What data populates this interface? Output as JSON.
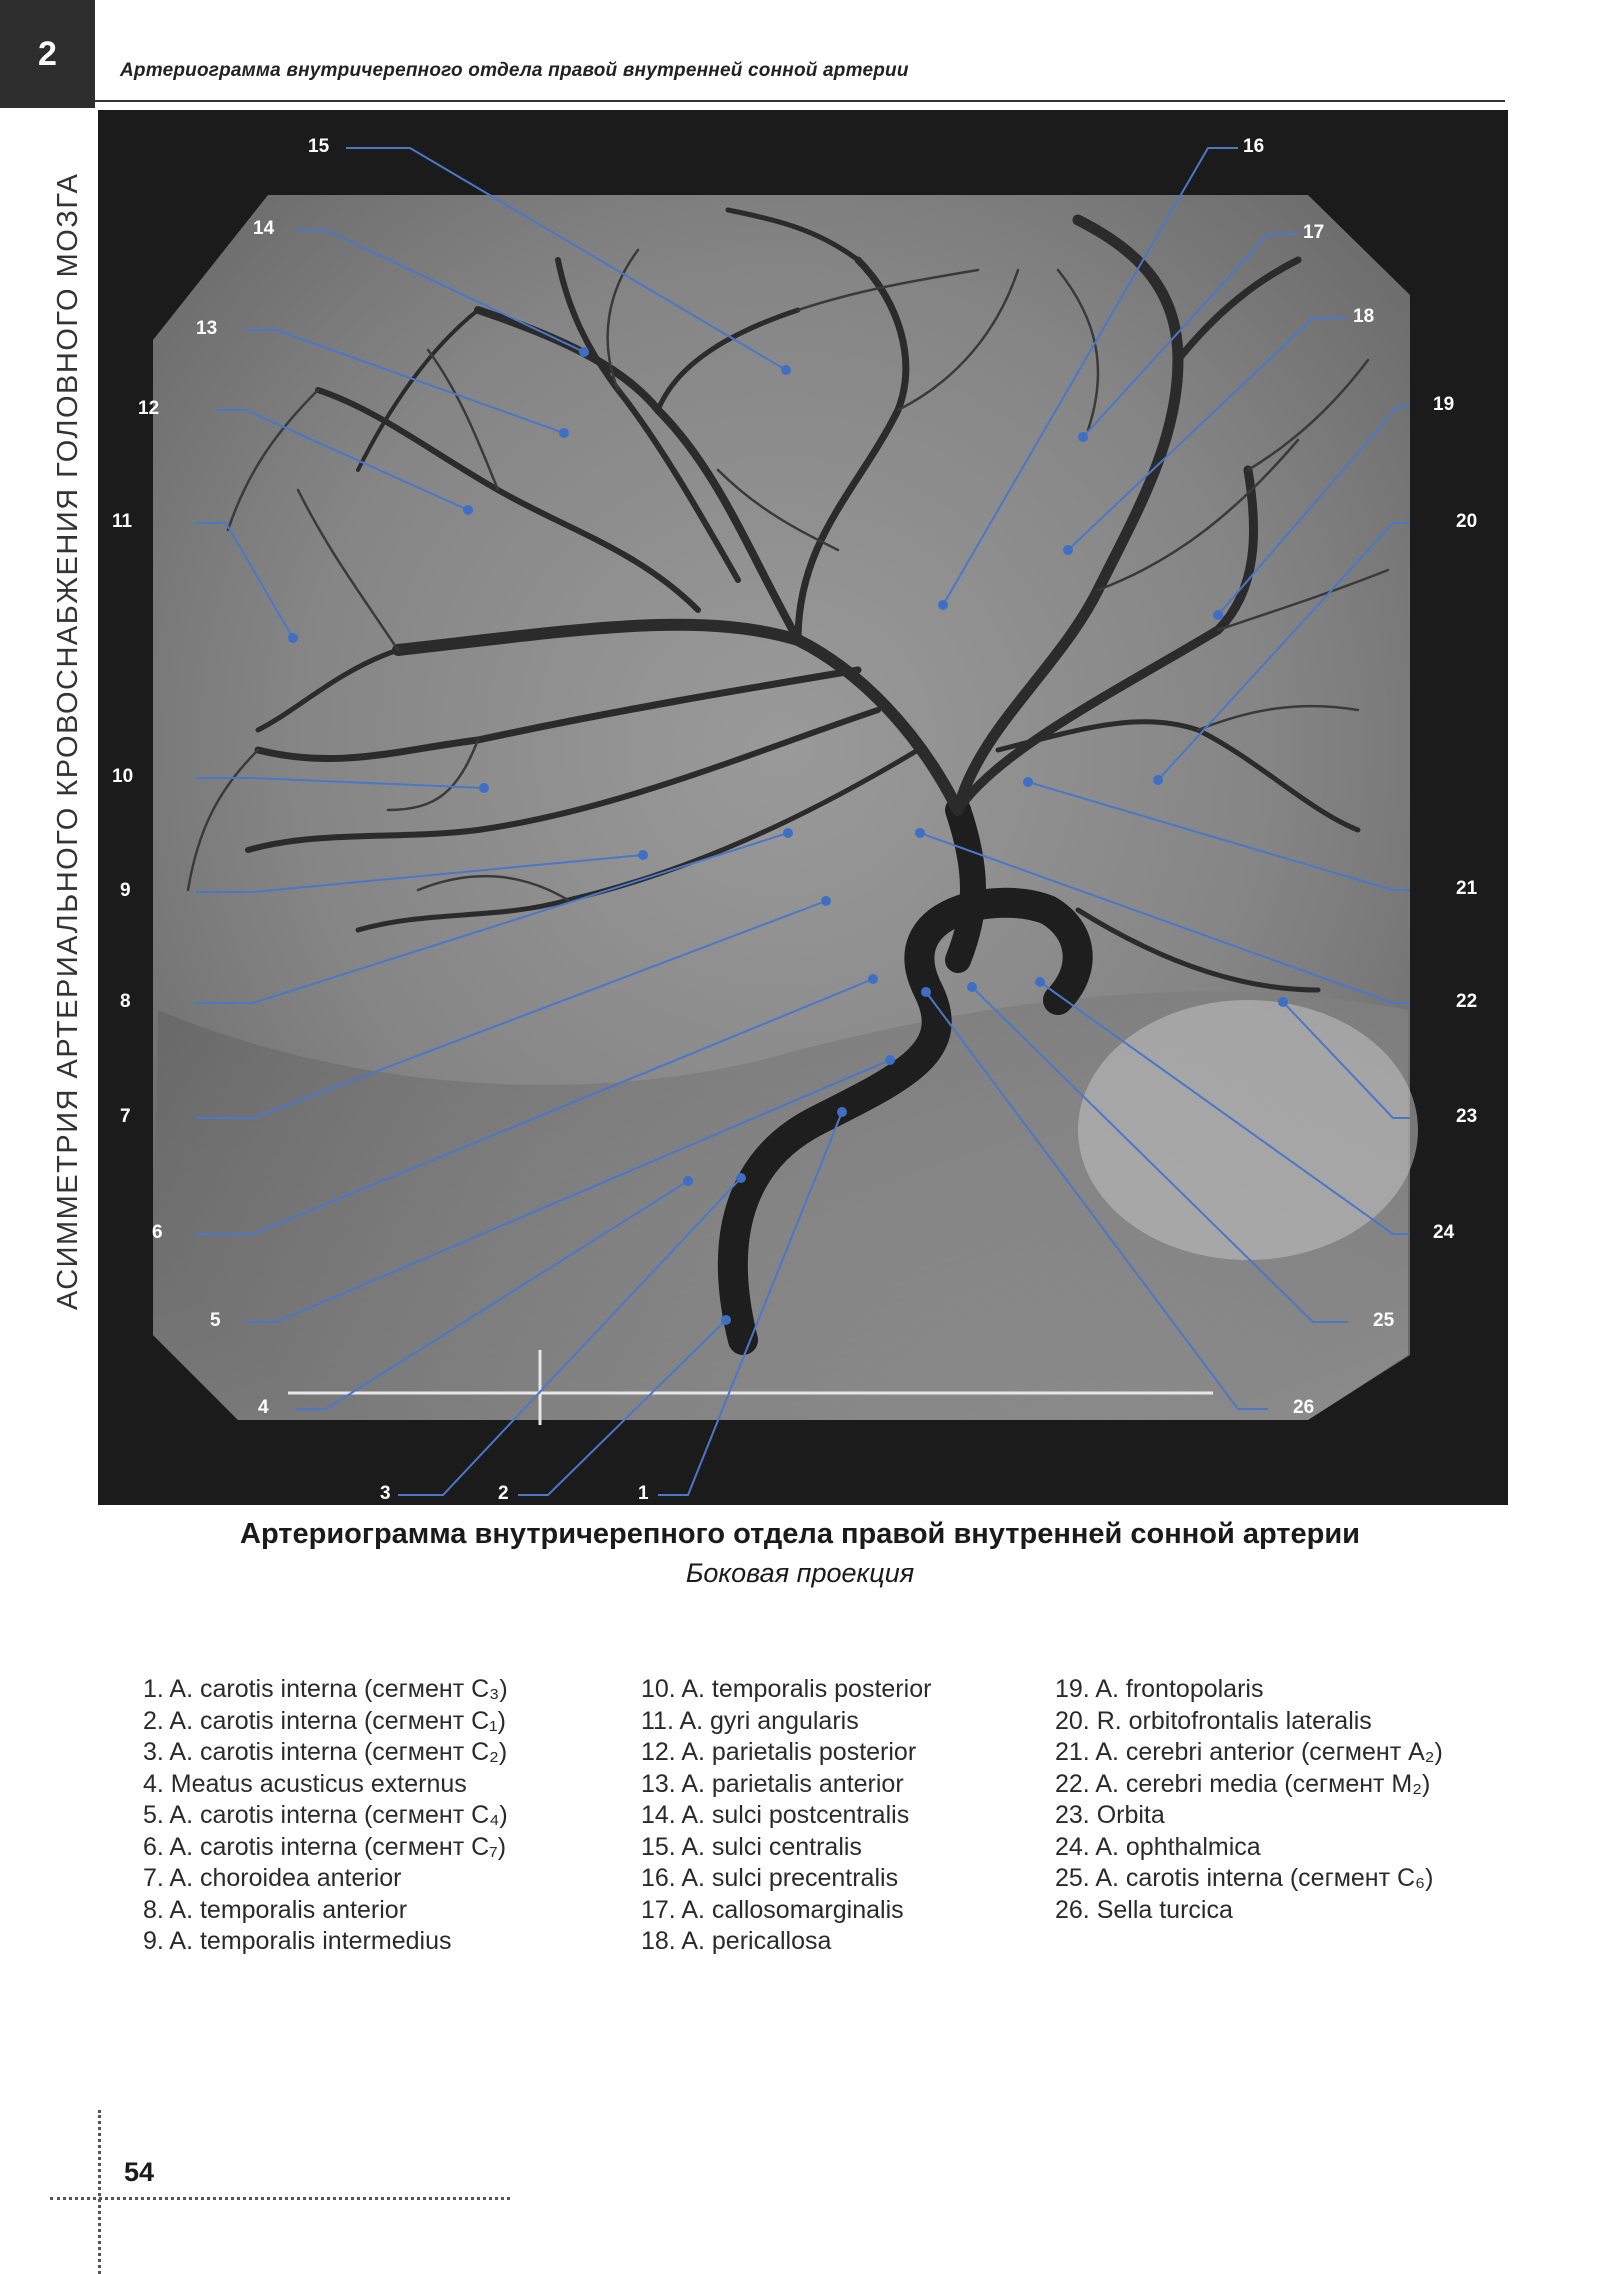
{
  "header": {
    "chapter_number": "2",
    "title": "Артериограмма внутричерепного отдела правой внутренней сонной артерии"
  },
  "side_text": "АСИММЕТРИЯ АРТЕРИАЛЬНОГО КРОВОСНАБЖЕНИЯ ГОЛОВНОГО МОЗГА",
  "figure": {
    "callouts_left": [
      "15",
      "14",
      "13",
      "12",
      "11",
      "10",
      "9",
      "8",
      "7",
      "6",
      "5",
      "4"
    ],
    "callouts_bottom": [
      "3",
      "2",
      "1"
    ],
    "callouts_right": [
      "16",
      "17",
      "18",
      "19",
      "20",
      "21",
      "22",
      "23",
      "24",
      "25",
      "26"
    ]
  },
  "caption": {
    "title": "Артериограмма внутричерепного отдела правой внутренней сонной артерии",
    "subtitle": "Боковая проекция"
  },
  "legend": {
    "col1": [
      "1. A. carotis interna (сегмент C₃)",
      "2. A. carotis interna (сегмент C₁)",
      "3. A. carotis interna (сегмент C₂)",
      "4. Meatus acusticus externus",
      "5. A. carotis interna (сегмент C₄)",
      "6. A. carotis interna (сегмент C₇)",
      "7. A. choroidea anterior",
      "8. A. temporalis anterior",
      "9. A. temporalis intermedius"
    ],
    "col2": [
      "10. A. temporalis posterior",
      "11. A. gyri angularis",
      "12. A. parietalis posterior",
      "13. A. parietalis anterior",
      "14. A. sulci postcentralis",
      "15. A. sulci centralis",
      "16. A. sulci precentralis",
      "17. A. callosomarginalis",
      "18. A. pericallosa"
    ],
    "col3": [
      "19. A. frontopolaris",
      "20. R. orbitofrontalis lateralis",
      "21. A. cerebri anterior (сегмент A₂)",
      "22. A. cerebri media (сегмент M₂)",
      "23. Orbita",
      "24. A. ophthalmica",
      "25. A. carotis interna (сегмент C₆)",
      "26. Sella turcica"
    ]
  },
  "page_number": "54"
}
